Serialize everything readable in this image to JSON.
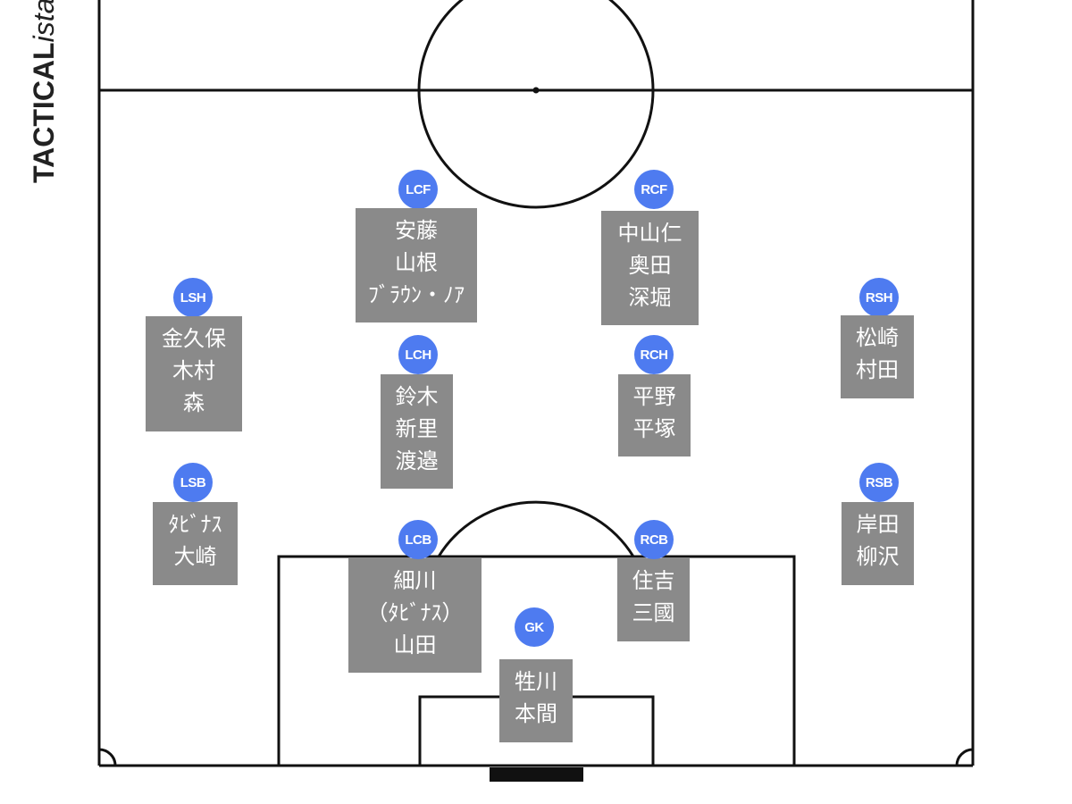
{
  "brand": {
    "part1": "TACTICAL",
    "part2": "ista"
  },
  "positions": {
    "lcf": {
      "label": "LCF",
      "players": [
        "安藤",
        "山根",
        "ﾌﾞﾗｳﾝ・ﾉｱ"
      ]
    },
    "rcf": {
      "label": "RCF",
      "players": [
        "中山仁",
        "奥田",
        "深堀"
      ]
    },
    "lsh": {
      "label": "LSH",
      "players": [
        "金久保",
        "木村",
        "森"
      ]
    },
    "rsh": {
      "label": "RSH",
      "players": [
        "松崎",
        "村田"
      ]
    },
    "lch": {
      "label": "LCH",
      "players": [
        "鈴木",
        "新里",
        "渡邉"
      ]
    },
    "rch": {
      "label": "RCH",
      "players": [
        "平野",
        "平塚"
      ]
    },
    "lsb": {
      "label": "LSB",
      "players": [
        "ﾀﾋﾞﾅｽ",
        "大崎"
      ]
    },
    "rsb": {
      "label": "RSB",
      "players": [
        "岸田",
        "柳沢"
      ]
    },
    "lcb": {
      "label": "LCB",
      "players": [
        "細川",
        "（ﾀﾋﾞﾅｽ）",
        "山田"
      ]
    },
    "rcb": {
      "label": "RCB",
      "players": [
        "住吉",
        "三國"
      ]
    },
    "gk": {
      "label": "GK",
      "players": [
        "牲川",
        "本間"
      ]
    }
  },
  "colors": {
    "badge": "#4e7bf0",
    "player_box": "#8a8a8a",
    "pitch_line": "#111111",
    "text": "#ffffff"
  }
}
